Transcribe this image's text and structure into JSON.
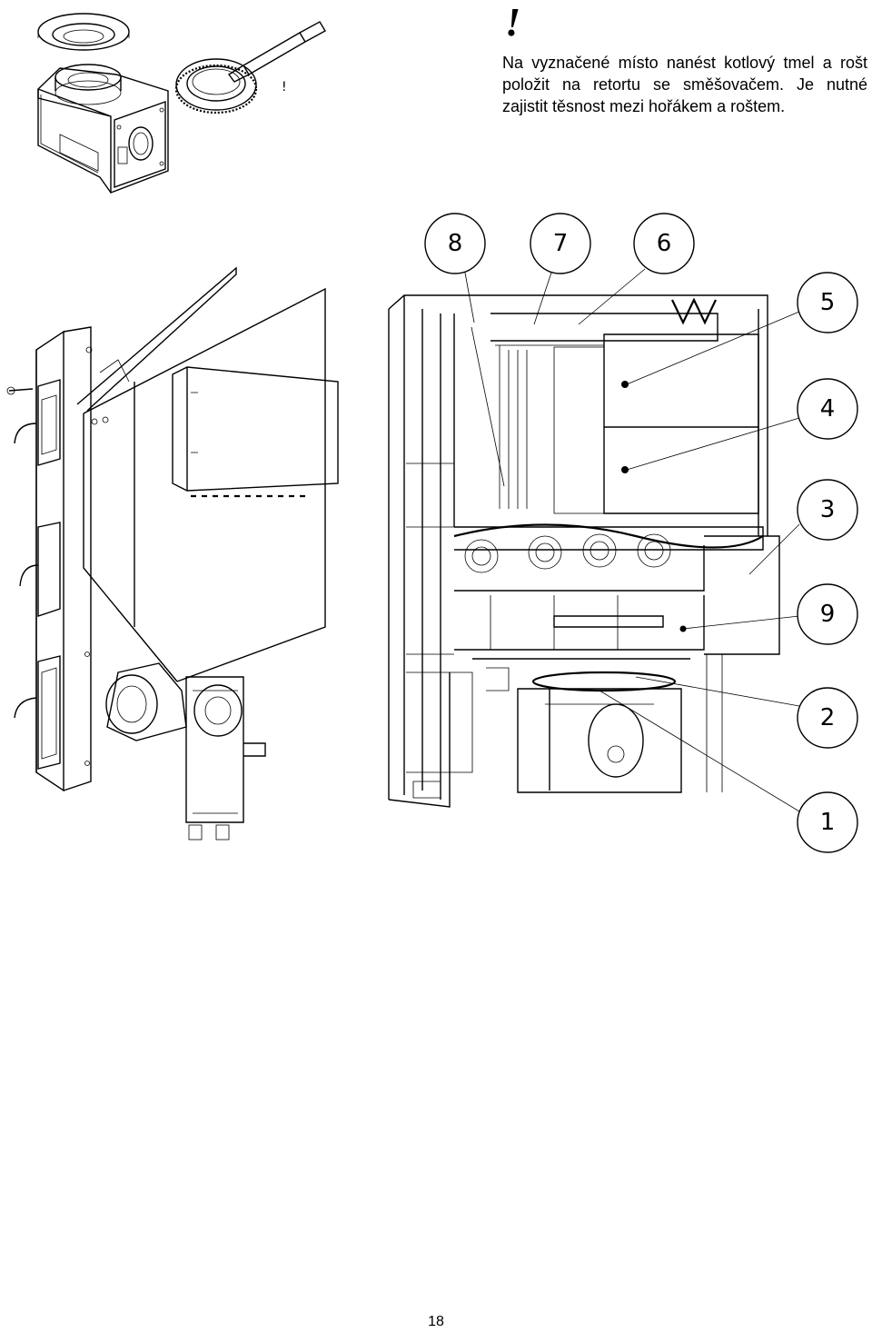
{
  "warning": {
    "mark": "!",
    "text": "Na vyznačené místo nanést kotlový tmel a rošt položit na retortu se směšovačem. Je nutné zajistit těsnost mezi hořákem a roštem."
  },
  "callouts": [
    "8",
    "7",
    "6",
    "5",
    "4",
    "3",
    "9",
    "2",
    "1"
  ],
  "page_number": "18"
}
